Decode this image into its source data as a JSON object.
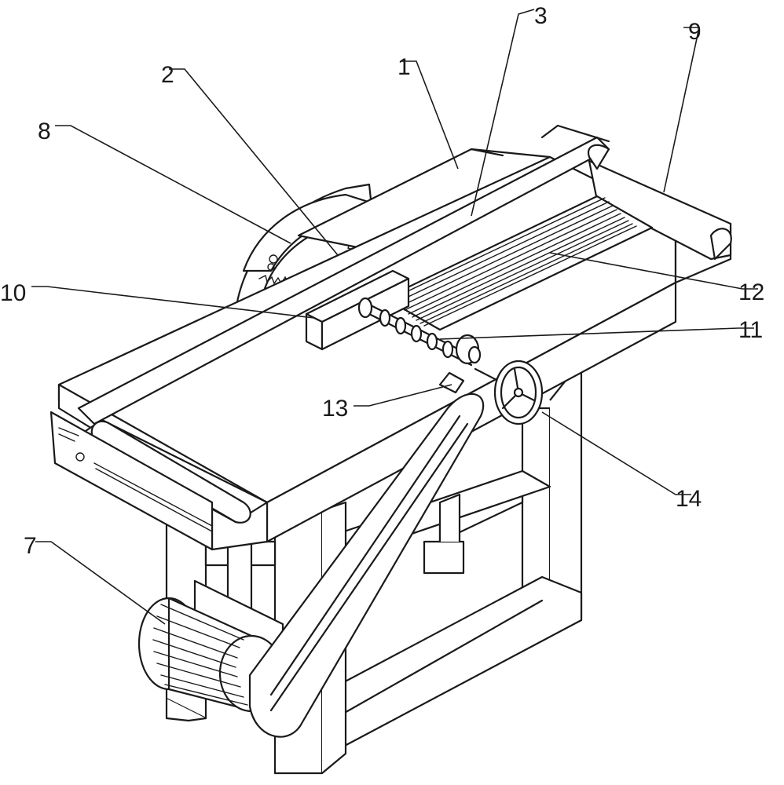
{
  "diagram": {
    "labels": {
      "part_1": "1",
      "part_2": "2",
      "part_3": "3",
      "part_7": "7",
      "part_8": "8",
      "part_9": "9",
      "part_10": "10",
      "part_11": "11",
      "part_12": "12",
      "part_13": "13",
      "part_14": "14"
    }
  }
}
